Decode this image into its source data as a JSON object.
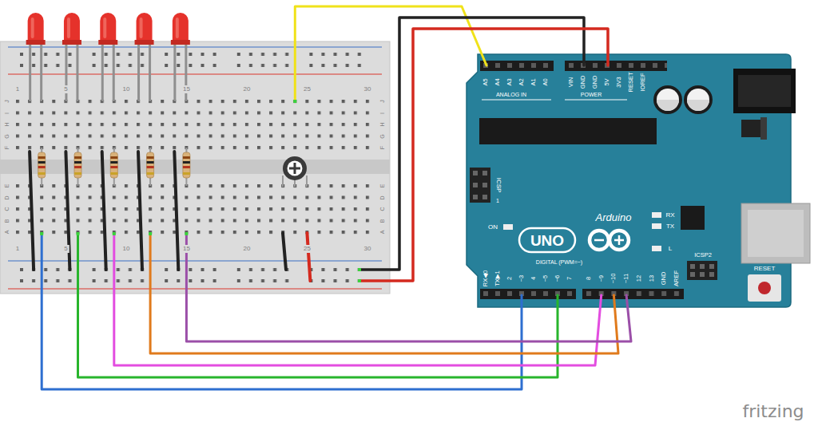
{
  "diagram": {
    "labels": [
      "J",
      "I",
      "H",
      "G",
      "F",
      "E",
      "D",
      "C",
      "B",
      "A",
      "J",
      "I",
      "H",
      "G",
      "F",
      "E",
      "D",
      "C",
      "B",
      "A",
      "1",
      "5",
      "10",
      "15",
      "20",
      "25",
      "30",
      "1",
      "5",
      "10",
      "15",
      "20",
      "25",
      "30",
      "A5",
      "A4",
      "A3",
      "A2",
      "A1",
      "A0",
      "ANALOG IN",
      "VIN",
      "GND",
      "GND",
      "5V",
      "3V3",
      "RESET",
      "IOREF",
      "POWER",
      "ICSP",
      "1",
      "ON",
      "Arduino",
      "UNO",
      "RX",
      "TX",
      "L",
      "ICSP2",
      "RESET",
      "RX◀0",
      "TX▶1",
      "2",
      "~3",
      "4",
      "~5",
      "~6",
      "7",
      "8",
      "~9",
      "~10",
      "~11",
      "12",
      "13",
      "GND",
      "AREF",
      "DIGITAL (PWM=~)",
      "fritzing"
    ]
  }
}
